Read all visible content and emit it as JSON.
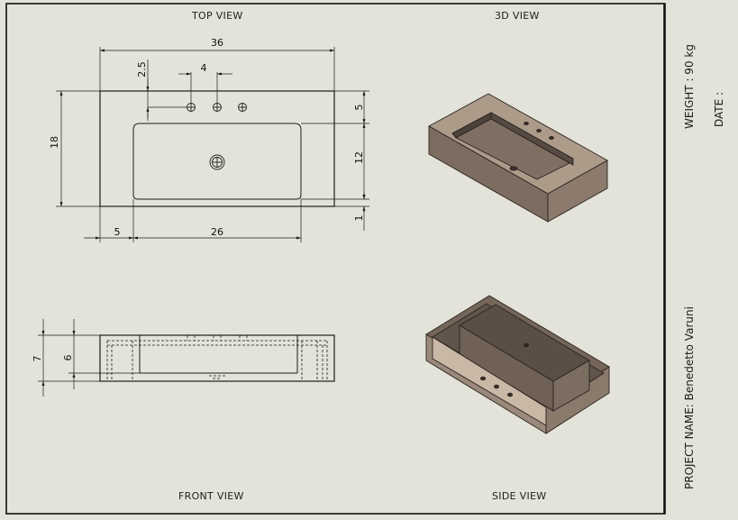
{
  "views": {
    "top": "TOP VIEW",
    "three_d": "3D VIEW",
    "front": "FRONT VIEW",
    "side": "SIDE VIEW"
  },
  "title_block": {
    "weight": "WEIGHT : 90 kg",
    "date": "DATE :",
    "project": "PROJECT NAME: Benedetto Varuni"
  },
  "dimensions": {
    "overall_length": "36",
    "tap_offset": "2.5",
    "tap_spacing": "4",
    "overall_width": "18",
    "back_ledge": "5",
    "basin_width": "12",
    "front_rim": "1",
    "left_ledge": "5",
    "basin_length": "26",
    "overall_height": "7",
    "basin_depth": "6"
  },
  "colors": {
    "paper": "#e3e3d9",
    "line": "#1e1e1e",
    "stone_top": "#ad9b8a",
    "stone_side": "#7d6d60",
    "stone_dark": "#5b4e45"
  }
}
